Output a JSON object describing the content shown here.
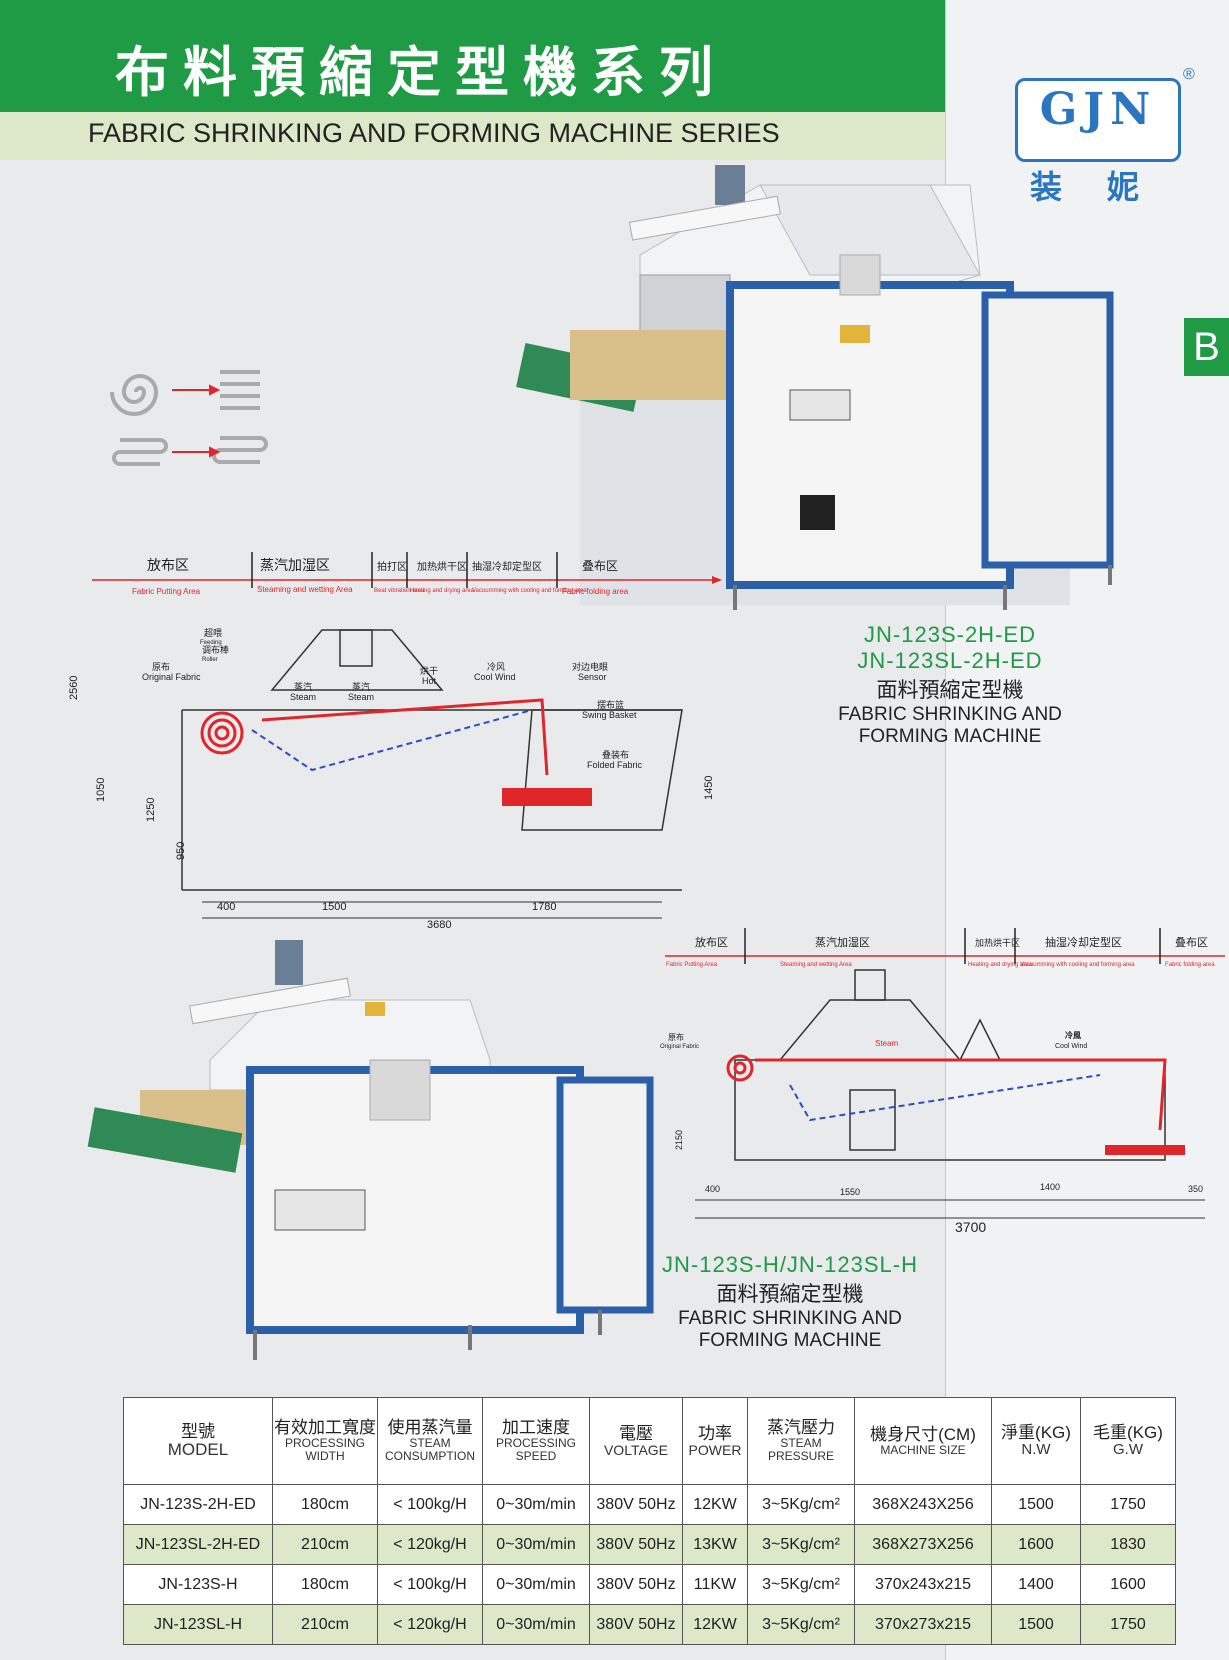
{
  "header": {
    "title_cn": "布料預縮定型機系列",
    "title_en": "FABRIC SHRINKING AND FORMING MACHINE SERIES"
  },
  "logo": {
    "brand": "GJN",
    "registered": "®",
    "brand_cn": "装 妮"
  },
  "section_tab": "B",
  "colors": {
    "green": "#1f9a45",
    "light_green": "#dde8c9",
    "blue": "#2b76bf",
    "red": "#e0262b"
  },
  "machine_top": {
    "model_1": "JN-123S-2H-ED",
    "model_2": "JN-123SL-2H-ED",
    "name_cn": "面料預縮定型機",
    "name_en_1": "FABRIC SHRINKING AND",
    "name_en_2": "FORMING MACHINE"
  },
  "machine_bottom": {
    "model": "JN-123S-H/JN-123SL-H",
    "name_cn": "面料預縮定型機",
    "name_en_1": "FABRIC SHRINKING AND",
    "name_en_2": "FORMING MACHINE"
  },
  "diagram_top": {
    "zones": [
      {
        "cn": "放布区",
        "en": "Fabric Putting Area"
      },
      {
        "cn": "蒸汽加湿区",
        "en": "Steaming and wetting Area"
      },
      {
        "cn": "拍打区",
        "en": "Beat vibration area"
      },
      {
        "cn": "加热烘干区",
        "en": "Heating and drying area"
      },
      {
        "cn": "抽湿冷却定型区",
        "en": "Vacuumming with cooling and forming area"
      },
      {
        "cn": "叠布区",
        "en": "Fabric folding area"
      }
    ],
    "labels": {
      "original_cn": "原布",
      "original_en": "Original Fabric",
      "beat_cn": "超喂",
      "beat_en": "Feeding",
      "roll_cn": "调布棒",
      "roll_en": "Roller",
      "steam_cn_1": "蒸汽",
      "steam_en_1": "Steam",
      "steam_cn_2": "蒸汽",
      "steam_en_2": "Steam",
      "hot_cn": "烘干",
      "hot_en": "Hot",
      "cool_cn": "冷风",
      "cool_en": "Cool Wind",
      "sensor_cn": "对边电眼",
      "sensor_en": "Sensor",
      "basket_cn": "摆布篮",
      "basket_en": "Swing Basket",
      "folded_cn": "叠装布",
      "folded_en": "Folded Fabric"
    },
    "dims": {
      "h_total": "2560",
      "h_1050": "1050",
      "h_1250": "1250",
      "h_950": "950",
      "h_1450": "1450",
      "w_400": "400",
      "w_1500": "1500",
      "w_1780": "1780",
      "w_total": "3680"
    }
  },
  "diagram_bottom": {
    "zones": [
      {
        "cn": "放布区",
        "en": "Fabric Putting Area"
      },
      {
        "cn": "蒸汽加湿区",
        "en": "Steaming and wetting Area"
      },
      {
        "cn": "加热烘干区",
        "en": "Heating and drying area"
      },
      {
        "cn": "抽湿冷却定型区",
        "en": "Vacuumming with cooling and forming area"
      },
      {
        "cn": "叠布区",
        "en": "Fabric folding area"
      }
    ],
    "labels": {
      "original_cn": "原布",
      "original_en": "Original Fabric",
      "steam_cn": "Steam",
      "cool_cn": "冷風",
      "cool_en": "Cool Wind"
    },
    "dims": {
      "h_2150": "2150",
      "w_400": "400",
      "w_1550": "1550",
      "w_1400": "1400",
      "w_350": "350",
      "w_total": "3700"
    }
  },
  "table": {
    "headers": [
      {
        "cn": "型號",
        "en": "MODEL"
      },
      {
        "cn": "有效加工寬度",
        "en": "PROCESSING WIDTH"
      },
      {
        "cn": "使用蒸汽量",
        "en": "STEAM CONSUMPTION"
      },
      {
        "cn": "加工速度",
        "en": "PROCESSING SPEED"
      },
      {
        "cn": "電壓",
        "en": "VOLTAGE"
      },
      {
        "cn": "功率",
        "en": "POWER"
      },
      {
        "cn": "蒸汽壓力",
        "en": "STEAM PRESSURE"
      },
      {
        "cn": "機身尺寸(CM)",
        "en": "MACHINE SIZE"
      },
      {
        "cn": "淨重(KG)",
        "en": "N.W"
      },
      {
        "cn": "毛重(KG)",
        "en": "G.W"
      }
    ],
    "rows": [
      [
        "JN-123S-2H-ED",
        "180cm",
        "< 100kg/H",
        "0~30m/min",
        "380V 50Hz",
        "12KW",
        "3~5Kg/cm²",
        "368X243X256",
        "1500",
        "1750"
      ],
      [
        "JN-123SL-2H-ED",
        "210cm",
        "< 120kg/H",
        "0~30m/min",
        "380V 50Hz",
        "13KW",
        "3~5Kg/cm²",
        "368X273X256",
        "1600",
        "1830"
      ],
      [
        "JN-123S-H",
        "180cm",
        "< 100kg/H",
        "0~30m/min",
        "380V 50Hz",
        "11KW",
        "3~5Kg/cm²",
        "370x243x215",
        "1400",
        "1600"
      ],
      [
        "JN-123SL-H",
        "210cm",
        "< 120kg/H",
        "0~30m/min",
        "380V 50Hz",
        "12KW",
        "3~5Kg/cm²",
        "370x273x215",
        "1500",
        "1750"
      ]
    ]
  }
}
